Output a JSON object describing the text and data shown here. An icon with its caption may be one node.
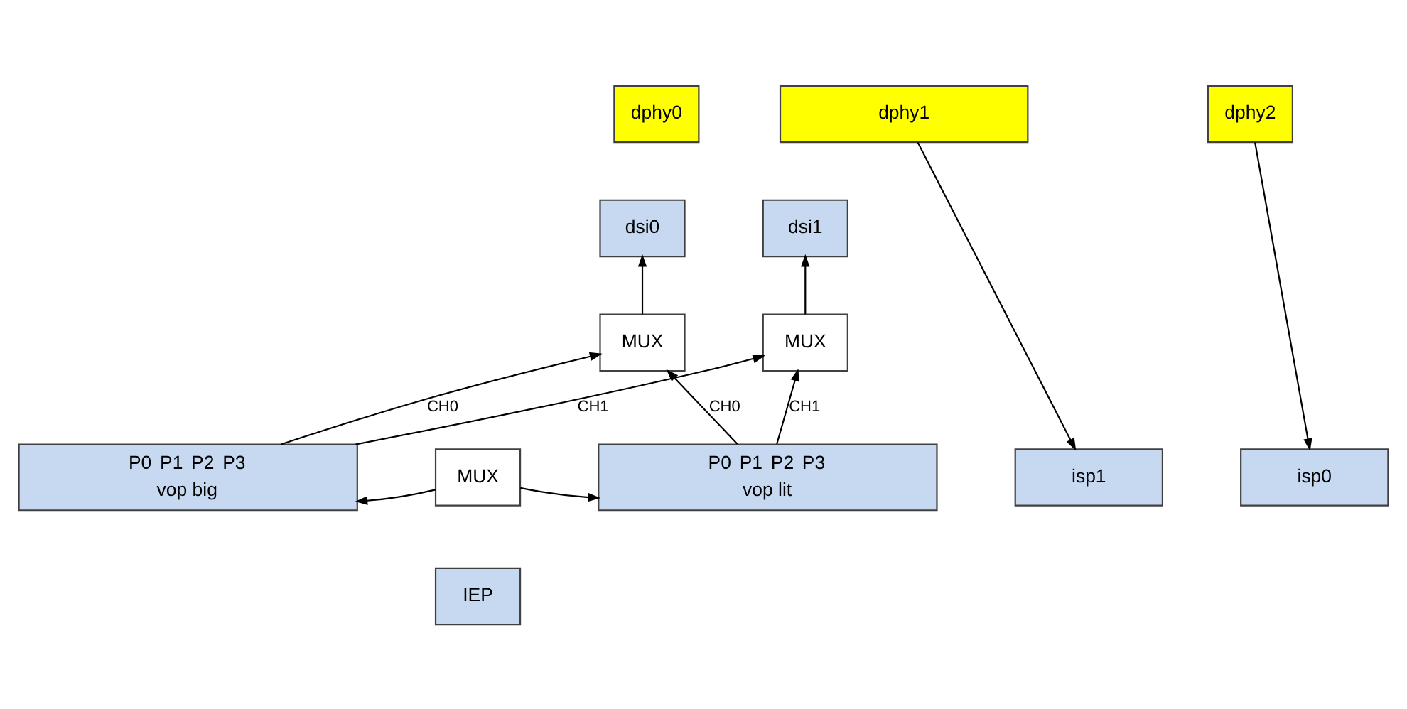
{
  "diagram": {
    "nodes": [
      {
        "text": [
          "dphy0"
        ]
      },
      {
        "text": [
          "dphy1"
        ]
      },
      {
        "text": [
          "dphy2"
        ]
      },
      {
        "text": [
          "dsi0"
        ]
      },
      {
        "text": [
          "dsi1"
        ]
      },
      {
        "text": [
          "MUX"
        ]
      },
      {
        "text": [
          "MUX"
        ]
      },
      {
        "text": [
          "P0",
          "P1",
          "P2",
          "P3",
          "vop big"
        ]
      },
      {
        "text": [
          "MUX"
        ]
      },
      {
        "text": [
          "P0",
          "P1",
          "P2",
          "P3",
          "vop lit"
        ]
      },
      {
        "text": [
          "isp1"
        ]
      },
      {
        "text": [
          "isp0"
        ]
      },
      {
        "text": [
          "IEP"
        ]
      }
    ],
    "edges": [
      {
        "from": 5,
        "to": 3,
        "arrow": "to"
      },
      {
        "from": 6,
        "to": 4,
        "arrow": "to"
      },
      {
        "from": 7,
        "to": 5,
        "arrow": "to",
        "label": "CH0"
      },
      {
        "from": 9,
        "to": 5,
        "arrow": "to",
        "label": "CH0"
      },
      {
        "from": 7,
        "to": 6,
        "arrow": "to",
        "label": "CH1"
      },
      {
        "from": 9,
        "to": 6,
        "arrow": "to",
        "label": "CH1"
      },
      {
        "from": 8,
        "to": 7,
        "arrow": "to"
      },
      {
        "from": 8,
        "to": 9,
        "arrow": "to"
      },
      {
        "from": 1,
        "to": 10,
        "arrow": "to"
      },
      {
        "from": 2,
        "to": 11,
        "arrow": "to"
      }
    ]
  }
}
